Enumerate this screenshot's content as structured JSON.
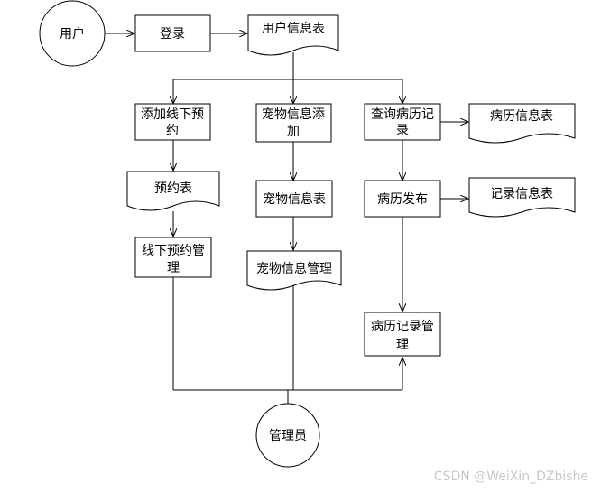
{
  "diagram": {
    "nodes": {
      "user": "用户",
      "login": "登录",
      "user_table": "用户信息表",
      "add_offline_appt": [
        "添加线下预",
        "约"
      ],
      "add_pet_info": [
        "宠物信息添",
        "加"
      ],
      "query_medical_record": [
        "查询病历记",
        "录"
      ],
      "medical_info_table": "病历信息表",
      "appt_table": "预约表",
      "pet_info_table": "宠物信息表",
      "medical_publish": "病历发布",
      "record_info_table": "记录信息表",
      "offline_appt_mgmt": [
        "线下预约管",
        "理"
      ],
      "pet_info_mgmt": "宠物信息管理",
      "medical_record_mgmt": [
        "病历记录管",
        "理"
      ],
      "admin": "管理员"
    }
  },
  "watermark": "CSDN @WeiXin_DZbishe"
}
